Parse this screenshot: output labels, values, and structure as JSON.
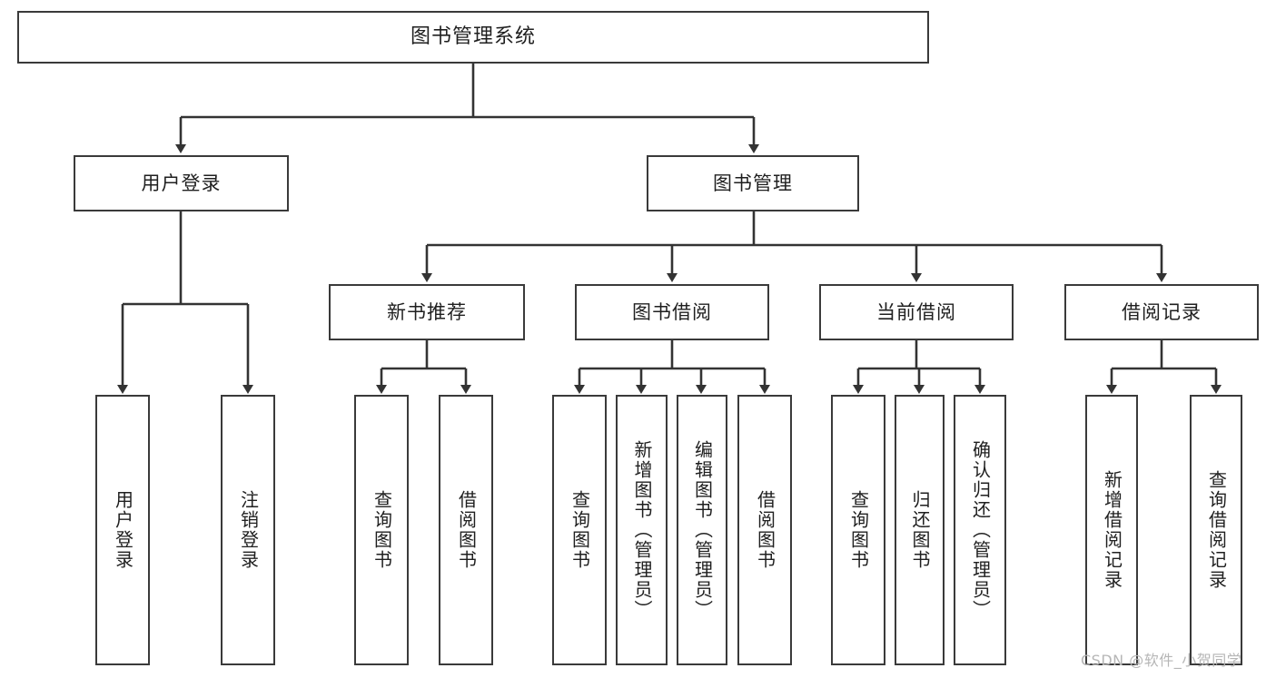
{
  "diagram": {
    "type": "tree-hierarchy",
    "title": "图书管理系统",
    "root": {
      "label": "图书管理系统"
    },
    "level1": [
      {
        "id": "user-login",
        "label": "用户登录"
      },
      {
        "id": "book-management",
        "label": "图书管理"
      }
    ],
    "level2": [
      {
        "id": "new-book-recommend",
        "label": "新书推荐",
        "parent": "book-management"
      },
      {
        "id": "book-borrow",
        "label": "图书借阅",
        "parent": "book-management"
      },
      {
        "id": "current-borrow",
        "label": "当前借阅",
        "parent": "book-management"
      },
      {
        "id": "borrow-record",
        "label": "借阅记录",
        "parent": "book-management"
      }
    ],
    "leaves": [
      {
        "id": "leaf-user-login",
        "label": "用户登录",
        "parent": "user-login"
      },
      {
        "id": "leaf-user-logout",
        "label": "注销登录",
        "parent": "user-login"
      },
      {
        "id": "leaf-query-book-1",
        "label": "查询图书",
        "parent": "new-book-recommend"
      },
      {
        "id": "leaf-borrow-book-1",
        "label": "借阅图书",
        "parent": "new-book-recommend"
      },
      {
        "id": "leaf-query-book-2",
        "label": "查询图书",
        "parent": "book-borrow"
      },
      {
        "id": "leaf-add-book",
        "label": "新增图书（管理员）",
        "parent": "book-borrow"
      },
      {
        "id": "leaf-edit-book",
        "label": "编辑图书（管理员）",
        "parent": "book-borrow"
      },
      {
        "id": "leaf-borrow-book-2",
        "label": "借阅图书",
        "parent": "book-borrow"
      },
      {
        "id": "leaf-query-book-3",
        "label": "查询图书",
        "parent": "current-borrow"
      },
      {
        "id": "leaf-return-book",
        "label": "归还图书",
        "parent": "current-borrow"
      },
      {
        "id": "leaf-confirm-return",
        "label": "确认归还（管理员）",
        "parent": "current-borrow"
      },
      {
        "id": "leaf-add-record",
        "label": "新增借阅记录",
        "parent": "borrow-record"
      },
      {
        "id": "leaf-query-record",
        "label": "查询借阅记录",
        "parent": "borrow-record"
      }
    ],
    "colors": {
      "box_border": "#3a3a3a",
      "box_fill": "#ffffff",
      "line": "#333333",
      "text": "#1f1f1f",
      "watermark": "#b6b6b6"
    }
  },
  "watermark": {
    "text": "CSDN @软件_小贺同学"
  }
}
